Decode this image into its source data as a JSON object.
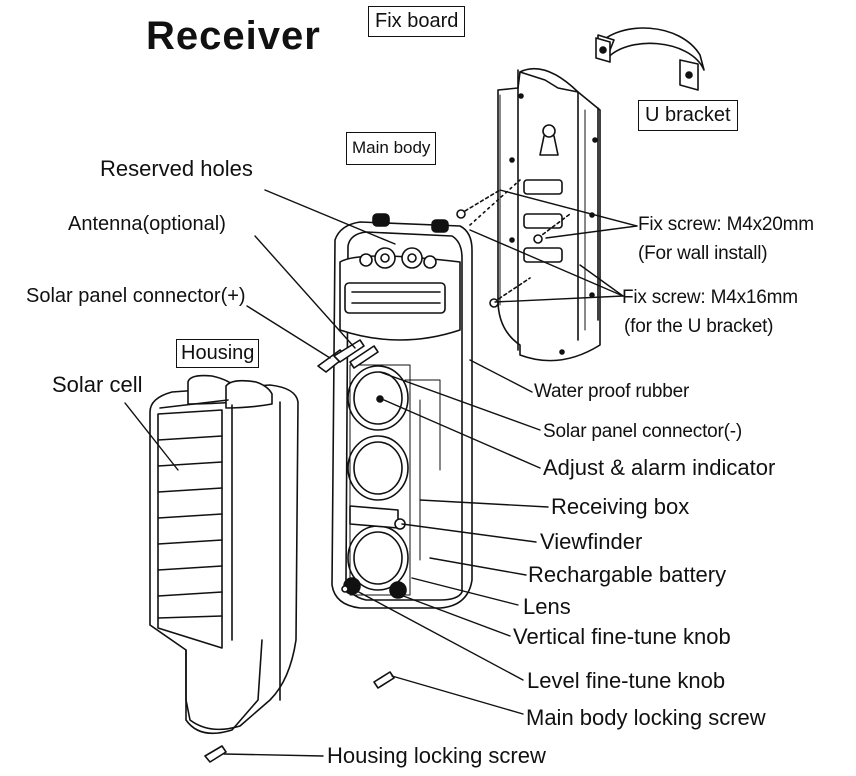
{
  "title": "Receiver",
  "boxed_labels": {
    "fix_board": "Fix board",
    "u_bracket": "U bracket",
    "main_body": "Main body",
    "housing": "Housing"
  },
  "callouts": {
    "reserved_holes": "Reserved holes",
    "antenna": "Antenna(optional)",
    "solar_connector_plus": "Solar panel connector(+)",
    "solar_cell": "Solar cell",
    "fix_screw_wall": "Fix screw: M4x20mm",
    "fix_screw_wall_note": "(For wall install)",
    "fix_screw_u": "Fix screw: M4x16mm",
    "fix_screw_u_note": "(for the U bracket)",
    "water_proof_rubber": "Water proof rubber",
    "solar_connector_minus": "Solar panel connector(-)",
    "adjust_alarm": "Adjust & alarm indicator",
    "receiving_box": "Receiving box",
    "viewfinder": "Viewfinder",
    "battery": "Rechargable battery",
    "lens": "Lens",
    "vertical_knob": "Vertical fine-tune knob",
    "level_knob": "Level fine-tune knob",
    "main_body_screw": "Main body locking screw",
    "housing_screw": "Housing  locking screw"
  }
}
